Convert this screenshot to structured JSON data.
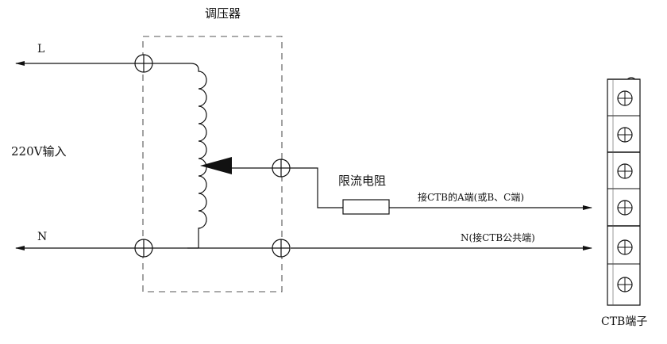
{
  "diagram": {
    "title": "调压器",
    "input_label": "220V输入",
    "line_L": "L",
    "line_N": "N",
    "resistor_label": "限流电阻",
    "output_A_label": "接CTB的A端(或B、C端)",
    "output_N_label": "N(接CTB公共端)",
    "terminal_block_label": "CTB端子",
    "terminal_count": 6
  }
}
